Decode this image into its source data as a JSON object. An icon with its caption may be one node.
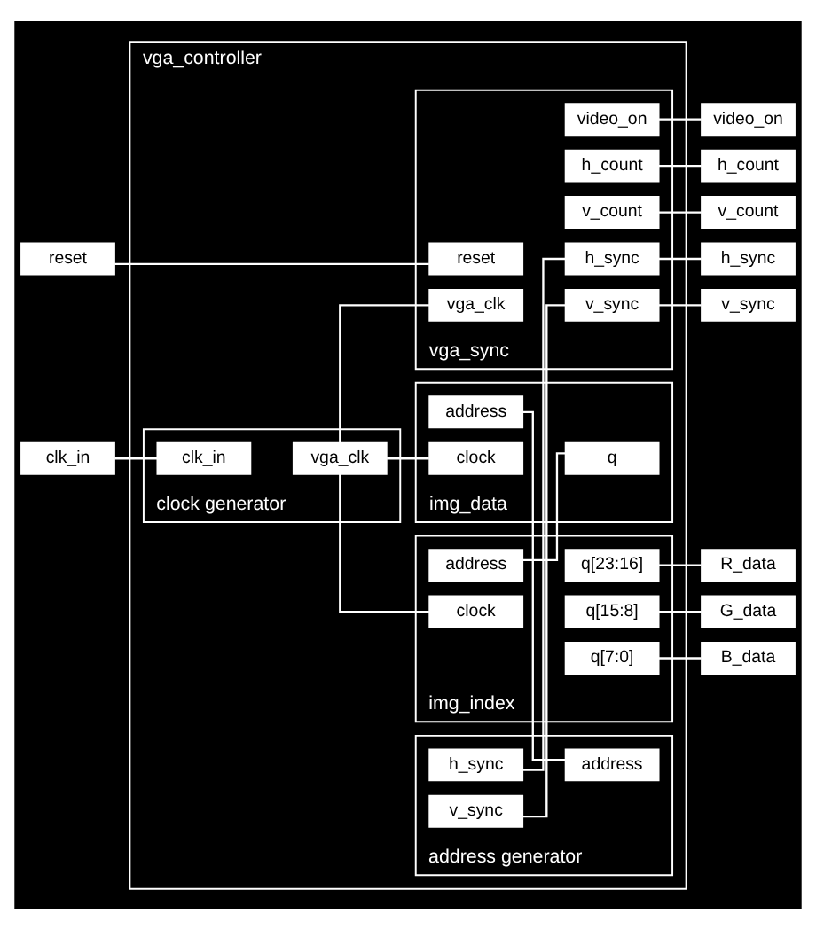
{
  "diagram": {
    "nodes": [
      {
        "text": [
          "vga_controller"
        ]
      },
      {
        "text": [
          "clk_in"
        ]
      },
      {
        "text": [
          "reset"
        ]
      },
      {
        "text": [
          "clock generator"
        ],
        "in": 0
      },
      {
        "text": [
          "clk_in"
        ],
        "in": 3
      },
      {
        "text": [
          "vga_clk"
        ],
        "in": 3
      },
      {
        "text": [
          "vga_sync"
        ],
        "in": 0
      },
      {
        "text": [
          "vga_clk"
        ],
        "in": 6
      },
      {
        "text": [
          "reset"
        ],
        "in": 6
      },
      {
        "text": [
          "video_on"
        ],
        "in": 6
      },
      {
        "text": [
          "h_count"
        ],
        "in": 6
      },
      {
        "text": [
          "v_count"
        ],
        "in": 6
      },
      {
        "text": [
          "h_sync"
        ],
        "in": 6
      },
      {
        "text": [
          "v_sync"
        ],
        "in": 6
      },
      {
        "text": [
          "address generator"
        ],
        "in": 0
      },
      {
        "text": [
          "h_sync"
        ],
        "in": 14
      },
      {
        "text": [
          "v_sync"
        ],
        "in": 14
      },
      {
        "text": [
          "address"
        ],
        "in": 14
      },
      {
        "text": [
          "img_data"
        ],
        "in": 0
      },
      {
        "text": [
          "address"
        ],
        "in": 18
      },
      {
        "text": [
          "clock"
        ],
        "in": 18
      },
      {
        "text": [
          "q"
        ],
        "in": 18
      },
      {
        "text": [
          "img_index"
        ],
        "in": 0
      },
      {
        "text": [
          "address"
        ],
        "in": 22
      },
      {
        "text": [
          "clock"
        ],
        "in": 22
      },
      {
        "text": [
          "q[23:16]"
        ],
        "in": 22
      },
      {
        "text": [
          "q[15:8]"
        ],
        "in": 22
      },
      {
        "text": [
          "q[7:0]"
        ],
        "in": 22
      },
      {
        "text": [
          "video_on"
        ]
      },
      {
        "text": [
          "h_count"
        ]
      },
      {
        "text": [
          "v_count"
        ]
      },
      {
        "text": [
          "h_sync"
        ]
      },
      {
        "text": [
          "v_sync"
        ]
      },
      {
        "text": [
          "R_data"
        ]
      },
      {
        "text": [
          "G_data"
        ]
      },
      {
        "text": [
          "B_data"
        ]
      }
    ],
    "edges": [
      {
        "from": 1,
        "to": 4,
        "arrow": "none"
      },
      {
        "from": 5,
        "to": 7,
        "arrow": "none"
      },
      {
        "from": 5,
        "to": 20,
        "arrow": "none"
      },
      {
        "from": 5,
        "to": 24,
        "arrow": "none"
      },
      {
        "from": 2,
        "to": 8,
        "arrow": "none"
      },
      {
        "from": 9,
        "to": 28,
        "arrow": "none"
      },
      {
        "from": 10,
        "to": 29,
        "arrow": "none"
      },
      {
        "from": 11,
        "to": 30,
        "arrow": "none"
      },
      {
        "from": 12,
        "to": 31,
        "arrow": "none"
      },
      {
        "from": 13,
        "to": 32,
        "arrow": "none"
      },
      {
        "from": 12,
        "to": 15,
        "arrow": "none"
      },
      {
        "from": 13,
        "to": 16,
        "arrow": "none"
      },
      {
        "from": 17,
        "to": 19,
        "arrow": "none"
      },
      {
        "from": 21,
        "to": 23,
        "arrow": "none"
      },
      {
        "from": 25,
        "to": 33,
        "arrow": "none"
      },
      {
        "from": 26,
        "to": 34,
        "arrow": "none"
      },
      {
        "from": 27,
        "to": 35,
        "arrow": "none"
      }
    ]
  }
}
